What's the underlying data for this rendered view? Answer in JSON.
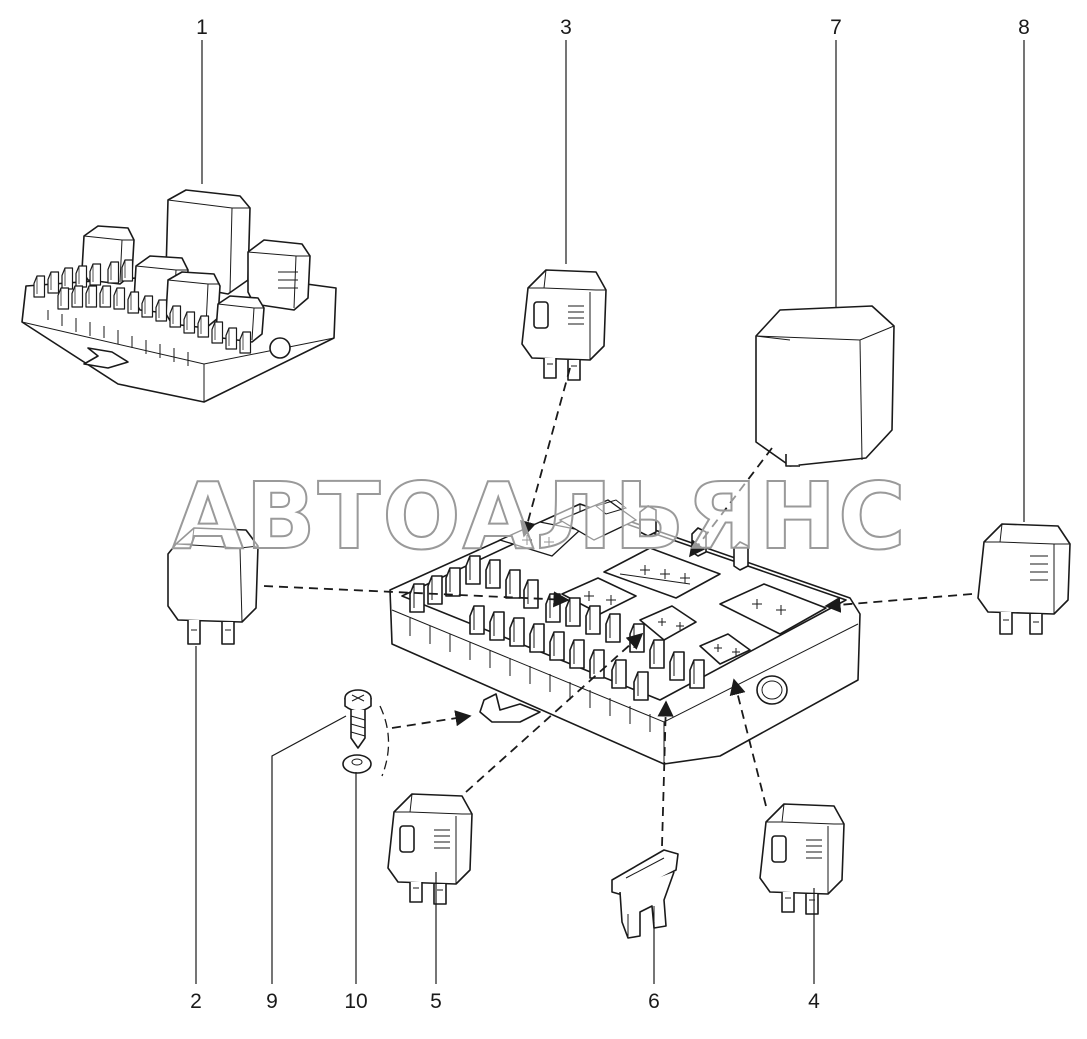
{
  "callouts": [
    "1",
    "2",
    "3",
    "4",
    "5",
    "6",
    "7",
    "8",
    "9",
    "10"
  ],
  "watermark": "АВТОАЛЬЯНС",
  "colors": {
    "line": "#1a1a1a",
    "background": "#ffffff",
    "watermark_outline": "#9a9a9a"
  }
}
